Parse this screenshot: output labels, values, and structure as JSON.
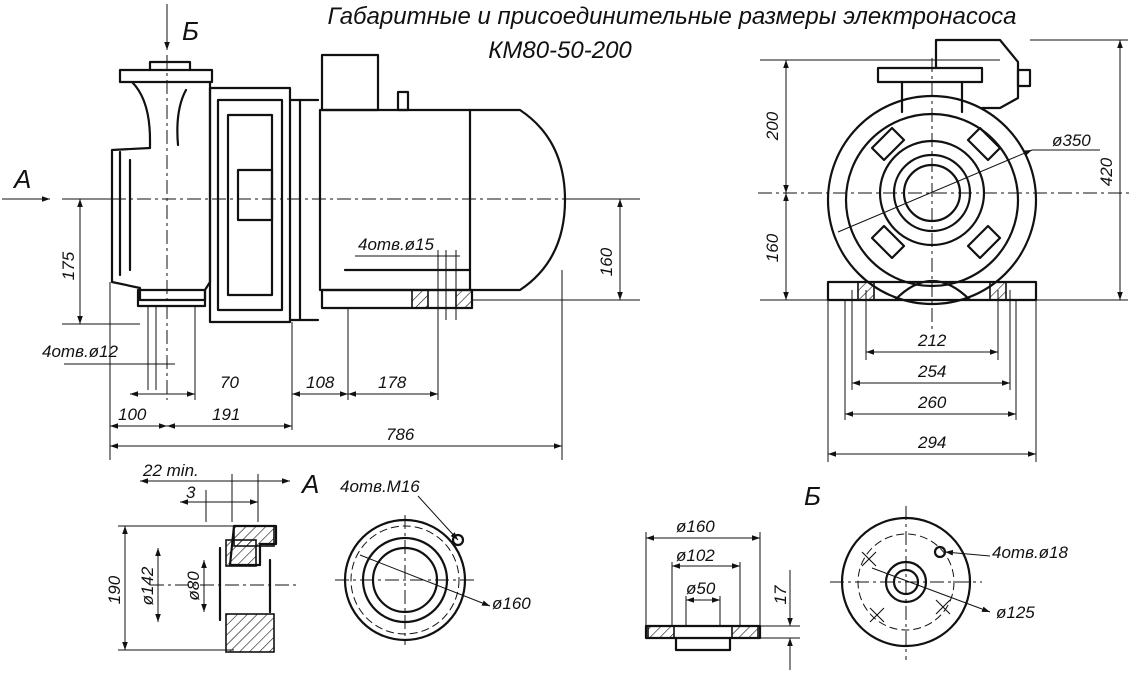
{
  "title": {
    "line1": "Габаритные и присоединительные размеры электронасоса",
    "line2": "КМ80-50-200"
  },
  "view_labels": {
    "a_arrow": "А",
    "b_arrow": "Б",
    "section_a": "А",
    "section_b": "Б"
  },
  "dims": {
    "front_175": "175",
    "front_160": "160",
    "front_holes_15": "4отв.ø15",
    "front_holes_12": "4отв.ø12",
    "front_70": "70",
    "front_100": "100",
    "front_191": "191",
    "front_108": "108",
    "front_178": "178",
    "front_786": "786",
    "side_200": "200",
    "side_160": "160",
    "side_420": "420",
    "side_d350": "ø350",
    "side_212": "212",
    "side_254": "254",
    "side_260": "260",
    "side_294": "294",
    "a_22min": "22 min.",
    "a_3": "3",
    "a_holes_m16": "4отв.М16",
    "a_190": "190",
    "a_d142": "ø142",
    "a_d80": "ø80",
    "a_d160": "ø160",
    "b_d160": "ø160",
    "b_d102": "ø102",
    "b_d50": "ø50",
    "b_17": "17",
    "b_holes_18": "4отв.ø18",
    "b_d125": "ø125"
  }
}
